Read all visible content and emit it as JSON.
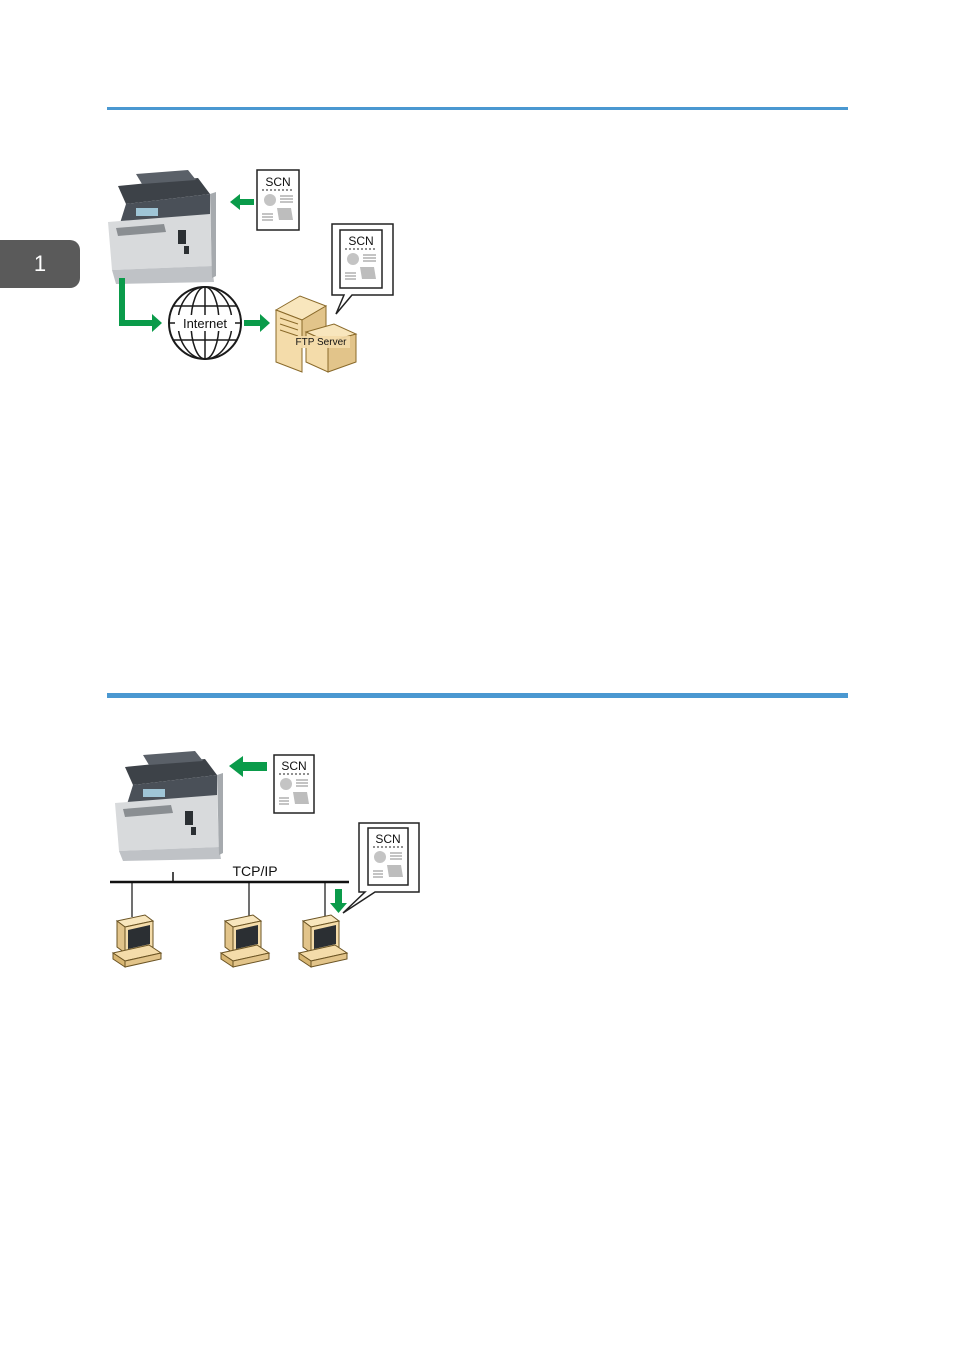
{
  "chapter": {
    "number": "1"
  },
  "figure_ftp": {
    "document_label": "SCN",
    "network_label": "Internet",
    "server_label": "FTP Server"
  },
  "figure_lan": {
    "document_label": "SCN",
    "network_label": "TCP/IP"
  },
  "colors": {
    "rule": "#4a98d1",
    "arrow": "#0a9b4a",
    "chapter_tab": "#5a5a5a",
    "device_tan": "#f4dcaa",
    "printer_body": "#d8dadc",
    "printer_dark": "#3d4248"
  }
}
